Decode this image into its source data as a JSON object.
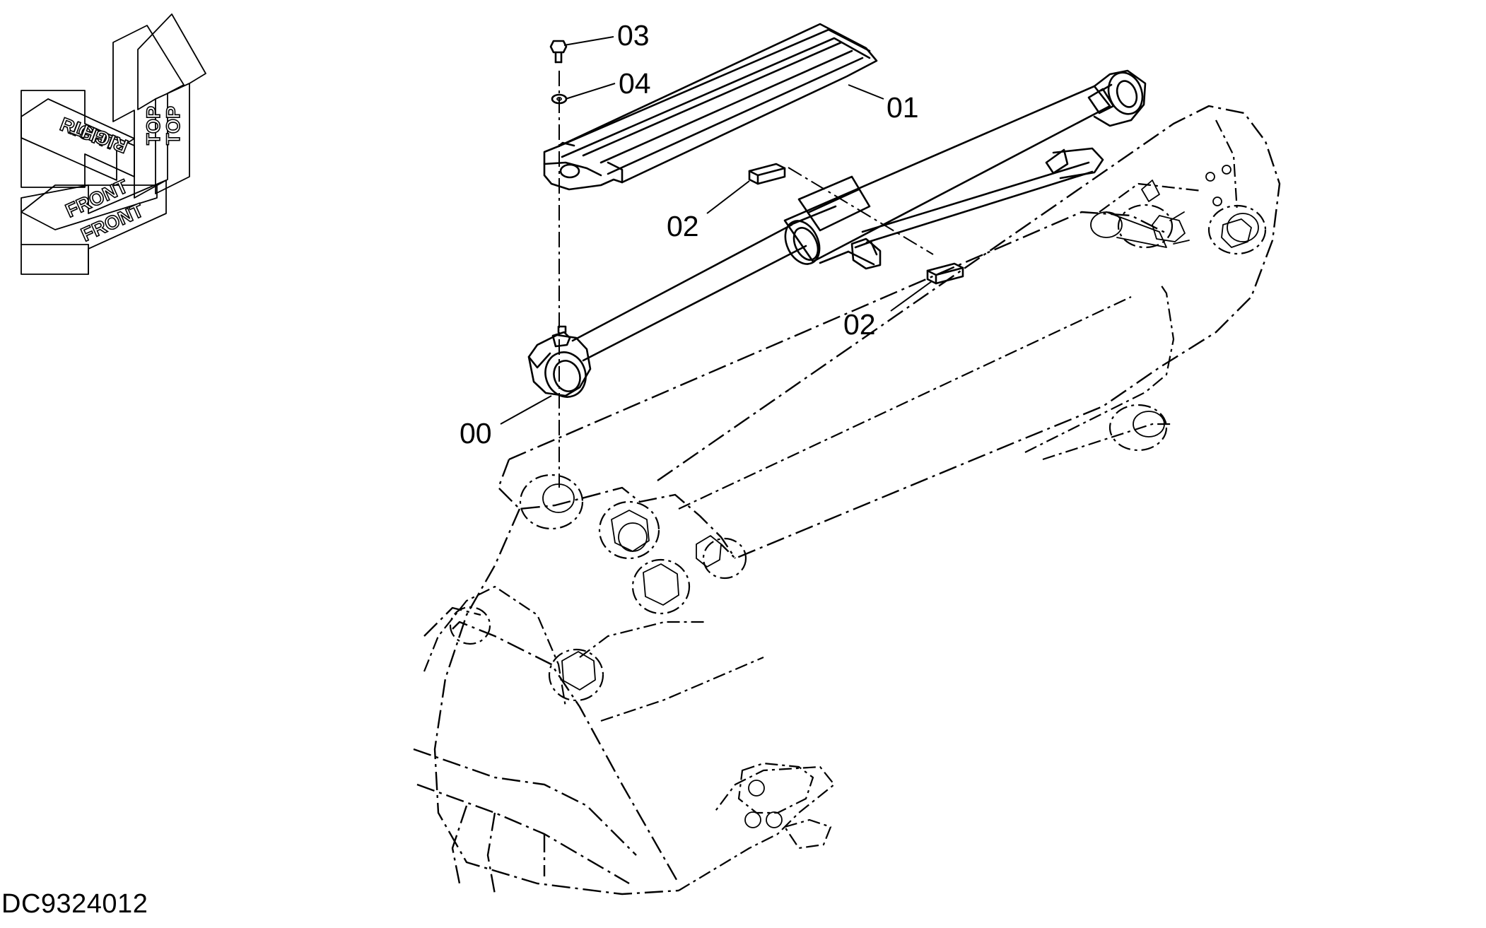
{
  "drawing": {
    "document_id": "DC9324012",
    "orientation_labels": {
      "top_a": "TOP",
      "top_b": "TOP",
      "right_a": "RIGHT",
      "right_b": "RIGHT",
      "front_a": "FRONT",
      "front_b": "FRONT"
    },
    "callouts": [
      {
        "id": "callout-00",
        "text": "00"
      },
      {
        "id": "callout-01",
        "text": "01"
      },
      {
        "id": "callout-02-upper",
        "text": "02"
      },
      {
        "id": "callout-02-lower",
        "text": "02"
      },
      {
        "id": "callout-03",
        "text": "03"
      },
      {
        "id": "callout-04",
        "text": "04"
      }
    ]
  }
}
